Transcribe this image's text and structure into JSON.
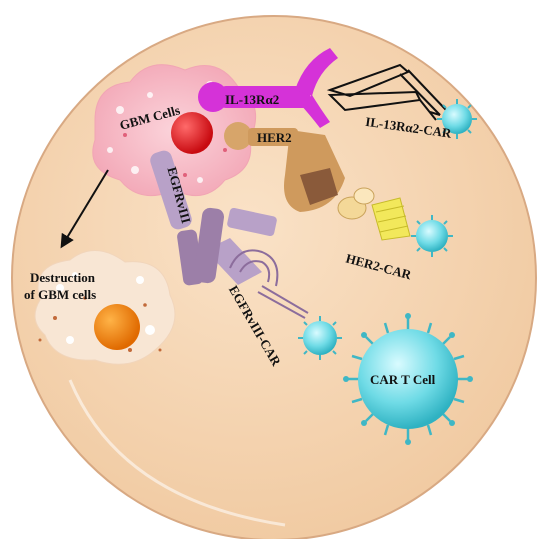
{
  "labels": {
    "gbm_cells": "GBM Cells",
    "il13ra2": "IL-13Rα2",
    "il13ra2_car": "IL-13Rα2-CAR",
    "her2": "HER2",
    "her2_car": "HER2-CAR",
    "egfrviii": "EGFRvIII",
    "egfrviii_car": "EGFRvIII-CAR",
    "destruction_line1": "Destruction",
    "destruction_line2": "of GBM cells",
    "car_t_cell": "CAR T Cell"
  },
  "colors": {
    "background_cell": "#f7d7b4",
    "background_cell_edge": "#d8a983",
    "gbm_cloud": "#f6c2cd",
    "il13ra2_receptor": "#d532d8",
    "her2_receptor": "#cf9a5d",
    "her2_domain_dark": "#8a5a3a",
    "egfrviii_receptor": "#b8a1c8",
    "car_t_cell": "#5fd6e0",
    "red_ball": "#e8171c",
    "orange_nucleus": "#f28a12",
    "her2_car_antibody": "#f2e85b"
  }
}
